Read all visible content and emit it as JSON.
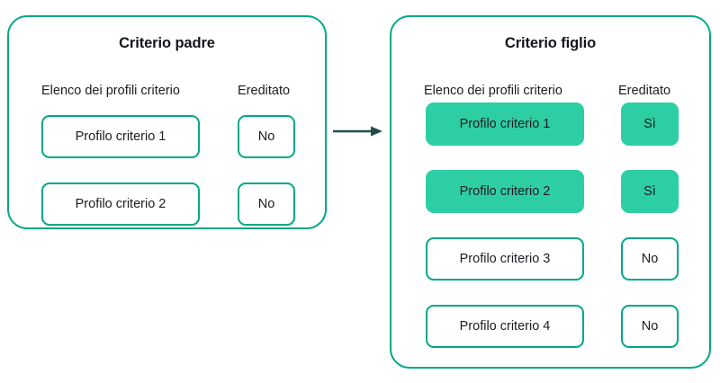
{
  "colors": {
    "accent_border": "#00A887",
    "accent_fill": "#2ECEA4",
    "arrow": "#1F4E4A",
    "text": "#1c1c22",
    "background": "#ffffff"
  },
  "arrow": {
    "name": "inheritance-arrow",
    "direction": "right"
  },
  "panels": [
    {
      "id": "parent",
      "title": "Criterio padre",
      "columns": {
        "profiles": "Elenco dei profili criterio",
        "inherited": "Ereditato"
      },
      "rows": [
        {
          "profile": "Profilo criterio 1",
          "inherited": "No",
          "highlighted": false
        },
        {
          "profile": "Profilo criterio 2",
          "inherited": "No",
          "highlighted": false
        }
      ]
    },
    {
      "id": "child",
      "title": "Criterio figlio",
      "columns": {
        "profiles": "Elenco dei profili criterio",
        "inherited": "Ereditato"
      },
      "rows": [
        {
          "profile": "Profilo criterio 1",
          "inherited": "Sì",
          "highlighted": true
        },
        {
          "profile": "Profilo criterio 2",
          "inherited": "Sì",
          "highlighted": true
        },
        {
          "profile": "Profilo criterio 3",
          "inherited": "No",
          "highlighted": false
        },
        {
          "profile": "Profilo criterio 4",
          "inherited": "No",
          "highlighted": false
        }
      ]
    }
  ]
}
